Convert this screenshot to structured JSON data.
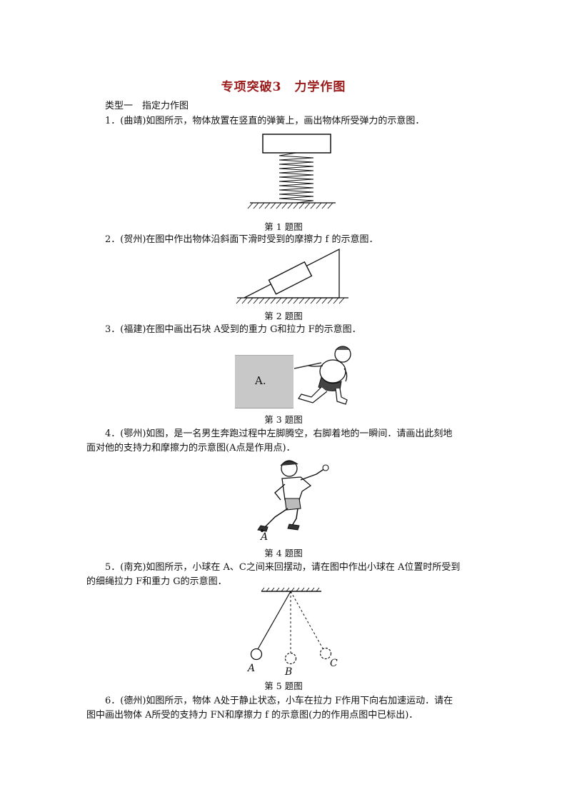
{
  "title": "专项突破3　力学作图",
  "section": "类型一　指定力作图",
  "questions": [
    {
      "text": "1．(曲靖)如图所示，物体放置在竖直的弹簧上，画出物体所受弹力的示意图．",
      "caption": "第 1 题图"
    },
    {
      "text": "2．(贺州)在图中作出物体沿斜面下滑时受到的摩擦力 f 的示意图．",
      "caption": "第 2 题图"
    },
    {
      "text": "3．(福建)在图中画出石块 A受到的重力 G和拉力 F的示意图．",
      "caption": "第 3 题图",
      "block_label": "A."
    },
    {
      "text_line1": "4．(鄂州)如图，是一名男生奔跑过程中左脚腾空，右脚着地的一瞬间．请画出此刻地",
      "text_line2": "面对他的支持力和摩擦力的示意图(A点是作用点)．",
      "caption": "第 4 题图",
      "point_label": "A"
    },
    {
      "text_line1": "5．(南充)如图所示，小球在 A、C之间来回摆动，请在图中作出小球在 A位置时所受到",
      "text_line2": "的细绳拉力 F和重力 G的示意图．",
      "caption": "第 5 题图",
      "labels": [
        "A",
        "B",
        "C"
      ]
    },
    {
      "text_line1": "6．(德州)如图所示，物体 A处于静止状态，小车在拉力 F作用下向右加速运动．请在",
      "text_line2": "图中画出物体 A所受的支持力 FN和摩擦力 f 的示意图(力的作用点图中已标出)．"
    }
  ]
}
